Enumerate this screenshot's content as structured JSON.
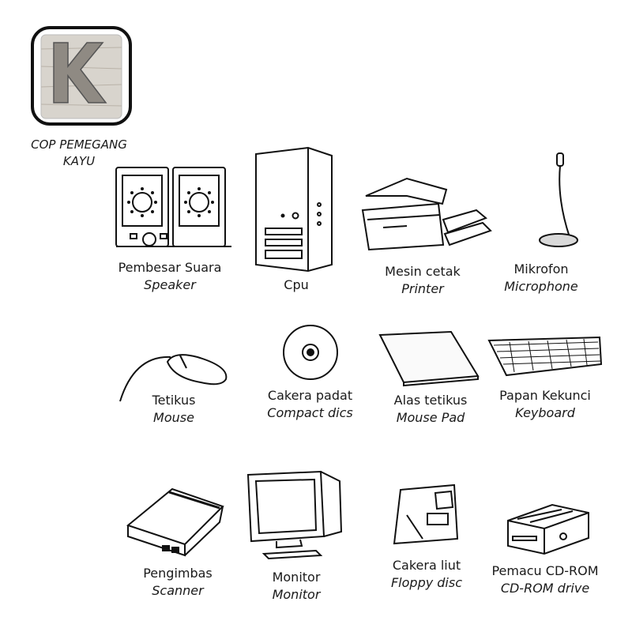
{
  "stamp": {
    "letter": "K",
    "caption_line1": "COP PEMEGANG",
    "caption_line2": "KAYU"
  },
  "items": [
    {
      "malay": "Pembesar Suara",
      "english": "Speaker",
      "icon": "speaker-icon"
    },
    {
      "malay": "Cpu",
      "english": "",
      "icon": "cpu-icon"
    },
    {
      "malay": "Mesin cetak",
      "english": "Printer",
      "icon": "printer-icon"
    },
    {
      "malay": "Mikrofon",
      "english": "Microphone",
      "icon": "microphone-icon"
    },
    {
      "malay": "Tetikus",
      "english": "Mouse",
      "icon": "mouse-icon"
    },
    {
      "malay": "Cakera padat",
      "english": "Compact dics",
      "icon": "compact-disc-icon"
    },
    {
      "malay": "Alas tetikus",
      "english": "Mouse Pad",
      "icon": "mouse-pad-icon"
    },
    {
      "malay": "Papan Kekunci",
      "english": "Keyboard",
      "icon": "keyboard-icon"
    },
    {
      "malay": "Pengimbas",
      "english": "Scanner",
      "icon": "scanner-icon"
    },
    {
      "malay": "Monitor",
      "english": "Monitor",
      "icon": "monitor-icon"
    },
    {
      "malay": "Cakera liut",
      "english": "Floppy disc",
      "icon": "floppy-disc-icon"
    },
    {
      "malay": "Pemacu CD-ROM",
      "english": "CD-ROM drive",
      "icon": "cdrom-drive-icon"
    }
  ]
}
